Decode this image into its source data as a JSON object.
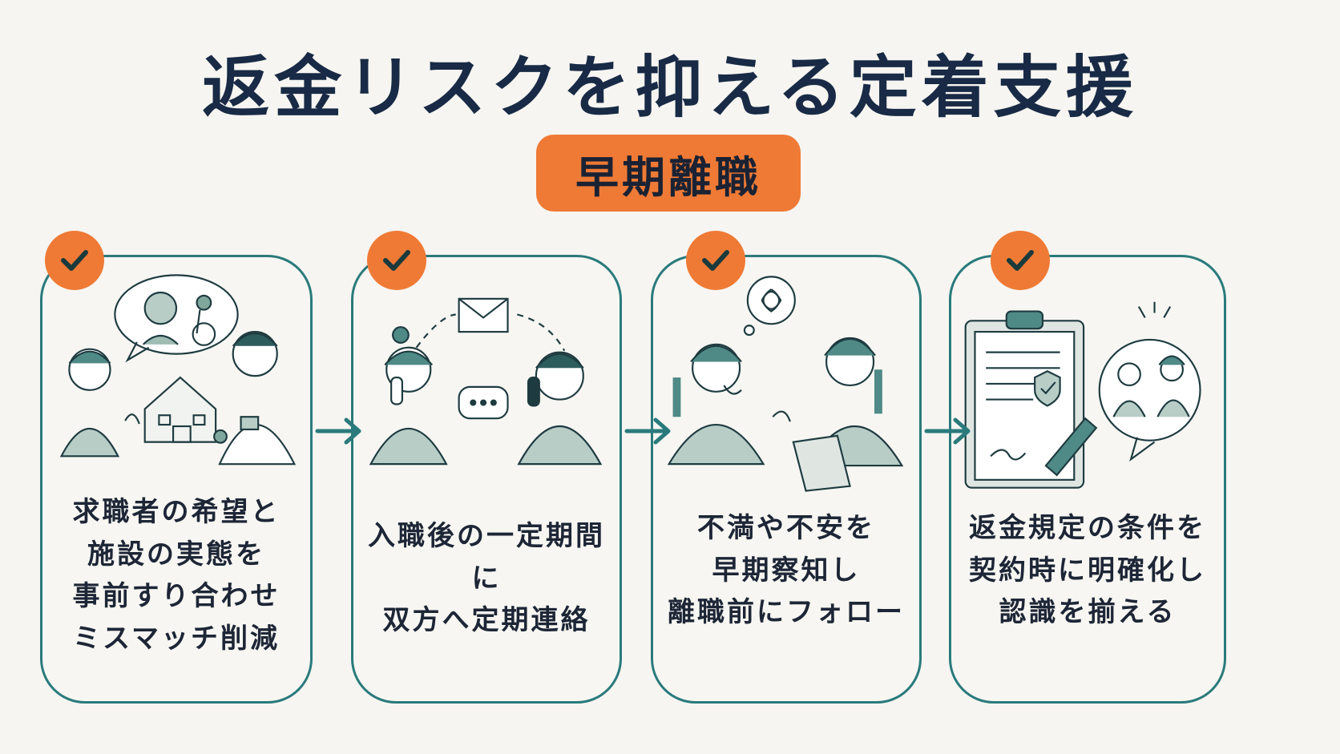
{
  "title": "返金リスクを抑える定着支援",
  "badge": "早期離職",
  "colors": {
    "accent": "#ef7a35",
    "teal": "#2a7a7c",
    "navy": "#182a45",
    "background": "#f6f5f1"
  },
  "steps": [
    {
      "icon": "check-icon",
      "lines": [
        "求職者の希望と",
        "施設の実態を",
        "事前すり合わせ",
        "ミスマッチ削減"
      ]
    },
    {
      "icon": "check-icon",
      "lines": [
        "入職後の一定期間に",
        "双方へ定期連絡"
      ]
    },
    {
      "icon": "check-icon",
      "lines": [
        "不満や不安を",
        "早期察知し",
        "離職前にフォロー"
      ]
    },
    {
      "icon": "check-icon",
      "lines": [
        "返金規定の条件を",
        "契約時に明確化し",
        "認識を揃える"
      ]
    }
  ]
}
